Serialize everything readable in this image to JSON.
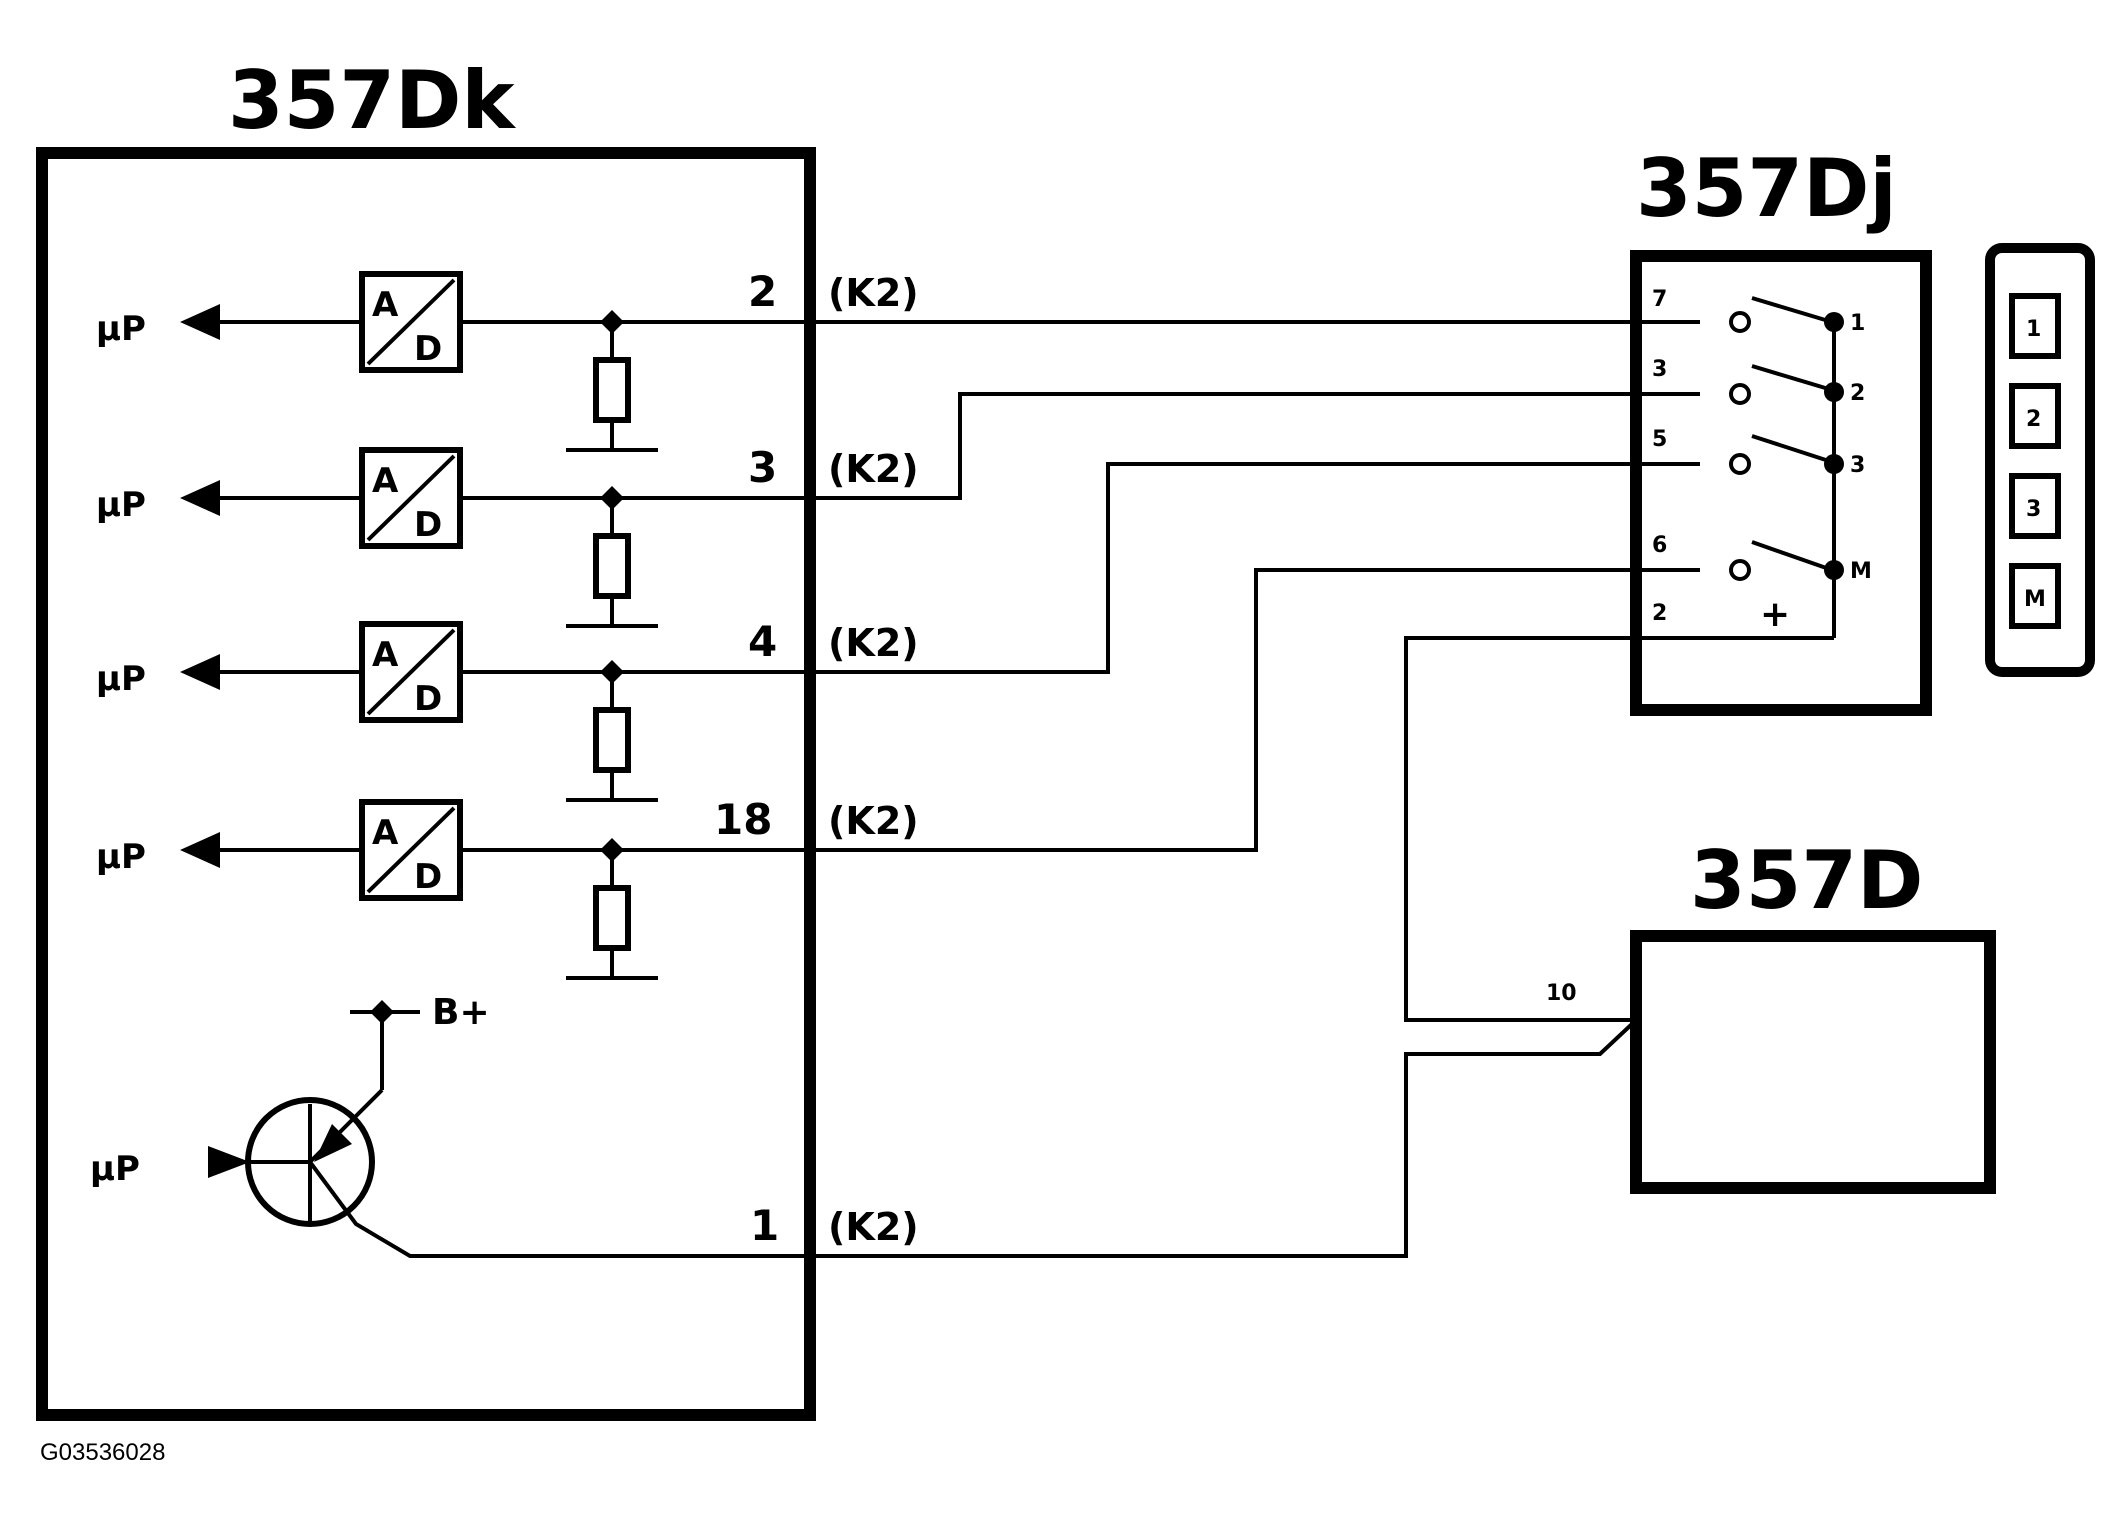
{
  "modules": {
    "control_unit": {
      "label": "357Dk"
    },
    "switch": {
      "label": "357Dj"
    },
    "component": {
      "label": "357D",
      "pin": "10"
    }
  },
  "control_unit_pins": [
    "2",
    "3",
    "4",
    "18",
    "1"
  ],
  "connector": "(K2)",
  "microprocessor": "µP",
  "converter": {
    "top": "A",
    "bottom": "D"
  },
  "supply": "B+",
  "switch_left_pins": [
    "7",
    "3",
    "5",
    "6",
    "2"
  ],
  "switch_right_pins": [
    "1",
    "2",
    "3",
    "M"
  ],
  "switch_plus": "+",
  "selector_positions": [
    "1",
    "2",
    "3",
    "M"
  ],
  "figure_code": "G03536028"
}
